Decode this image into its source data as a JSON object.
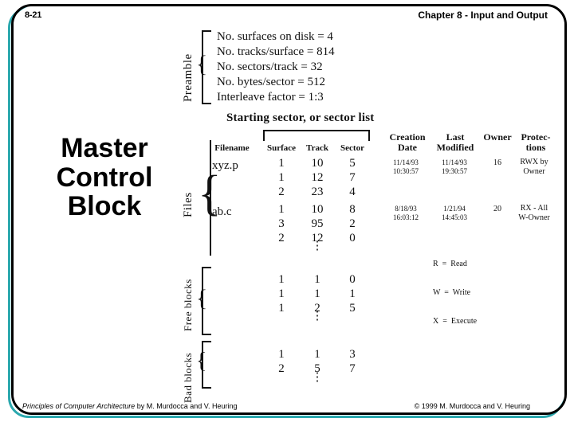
{
  "slide": {
    "number": "8-21",
    "chapter": "Chapter 8 - Input and Output",
    "title_line1": "Master",
    "title_line2": "Control",
    "title_line3": "Block",
    "accent_teal": "#2ba8ae",
    "accent_black": "#000000"
  },
  "figure": {
    "sections": {
      "preamble_label": "Preamble",
      "files_label": "Files",
      "free_blocks_label": "Free blocks",
      "bad_blocks_label": "Bad blocks"
    },
    "preamble": [
      "No. surfaces on disk = 4",
      "No. tracks/surface = 814",
      "No. sectors/track = 32",
      "No. bytes/sector = 512",
      "Interleave factor = 1:3"
    ],
    "sector_group_header": "Starting sector, or sector list",
    "columns": {
      "filename": "Filename",
      "surface": "Surface",
      "track": "Track",
      "sector": "Sector",
      "creation_date_l1": "Creation",
      "creation_date_l2": "Date",
      "last_modified_l1": "Last",
      "last_modified_l2": "Modified",
      "owner": "Owner",
      "protections_l1": "Protec-",
      "protections_l2": "tions"
    },
    "files": [
      {
        "filename": "xyz.p",
        "sectors": [
          {
            "surface": "1",
            "track": "10",
            "sector": "5"
          },
          {
            "surface": "1",
            "track": "12",
            "sector": "7"
          },
          {
            "surface": "2",
            "track": "23",
            "sector": "4"
          }
        ],
        "creation_date": "11/14/93",
        "creation_time": "10:30:57",
        "modified_date": "11/14/93",
        "modified_time": "19:30:57",
        "owner": "16",
        "protection_l1": "RWX by",
        "protection_l2": "Owner"
      },
      {
        "filename": "ab.c",
        "sectors": [
          {
            "surface": "1",
            "track": "10",
            "sector": "8"
          },
          {
            "surface": "3",
            "track": "95",
            "sector": "2"
          },
          {
            "surface": "2",
            "track": "12",
            "sector": "0"
          }
        ],
        "creation_date": "8/18/93",
        "creation_time": "16:03:12",
        "modified_date": "1/21/94",
        "modified_time": "14:45:03",
        "owner": "20",
        "protection_l1": "RX - All",
        "protection_l2": "W-Owner"
      }
    ],
    "free_blocks": [
      {
        "surface": "1",
        "track": "1",
        "sector": "0"
      },
      {
        "surface": "1",
        "track": "1",
        "sector": "1"
      },
      {
        "surface": "1",
        "track": "2",
        "sector": "5"
      }
    ],
    "bad_blocks": [
      {
        "surface": "1",
        "track": "1",
        "sector": "3"
      },
      {
        "surface": "2",
        "track": "5",
        "sector": "7"
      }
    ],
    "legend": {
      "read": "R  =  Read",
      "write": "W  =  Write",
      "execute": "X  =  Execute"
    },
    "ellipsis": "⋮"
  },
  "footer": {
    "left_italic": "Principles of Computer Architecture",
    "left_rest": " by M. Murdocca and V. Heuring",
    "right": "© 1999 M. Murdocca and V. Heuring"
  }
}
